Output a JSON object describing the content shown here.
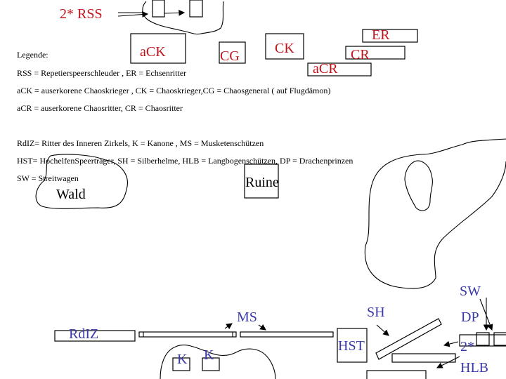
{
  "enemy_units": {
    "rss": "2* RSS",
    "ack": "aCK",
    "cg": "CG",
    "ck": "CK",
    "er": "ER",
    "cr": "CR",
    "acr": "aCR"
  },
  "legend": {
    "title": "Legende:",
    "lines": [
      "RSS = Repetierspeerschleuder , ER = Echsenritter",
      "aCK = auserkorene Chaoskrieger , CK = Chaoskrieger,CG = Chaosgeneral ( auf Flugdämon)",
      "aCR = auserkorene Chaosritter, CR = Chaosritter",
      "RdIZ= Ritter des Inneren Zirkels, K =  Kanone , MS = Musketenschützen",
      "HST= HochelfenSpeerträger, SH = Silberhelme, HLB = Langbogenschützen, DP = Drachenprinzen",
      "SW = Streitwagen"
    ]
  },
  "terrain": {
    "wald": "Wald",
    "ruine": "Ruine"
  },
  "own_units": {
    "rdiz": "RdIZ",
    "ms": "MS",
    "k1": "K",
    "k2": "K",
    "hst": "HST",
    "sh": "SH",
    "sw": "SW",
    "dp": "DP",
    "hlb_count": "2*",
    "hlb": "HLB"
  },
  "colors": {
    "enemy": "#c0141c",
    "own": "#3a3aa8"
  }
}
